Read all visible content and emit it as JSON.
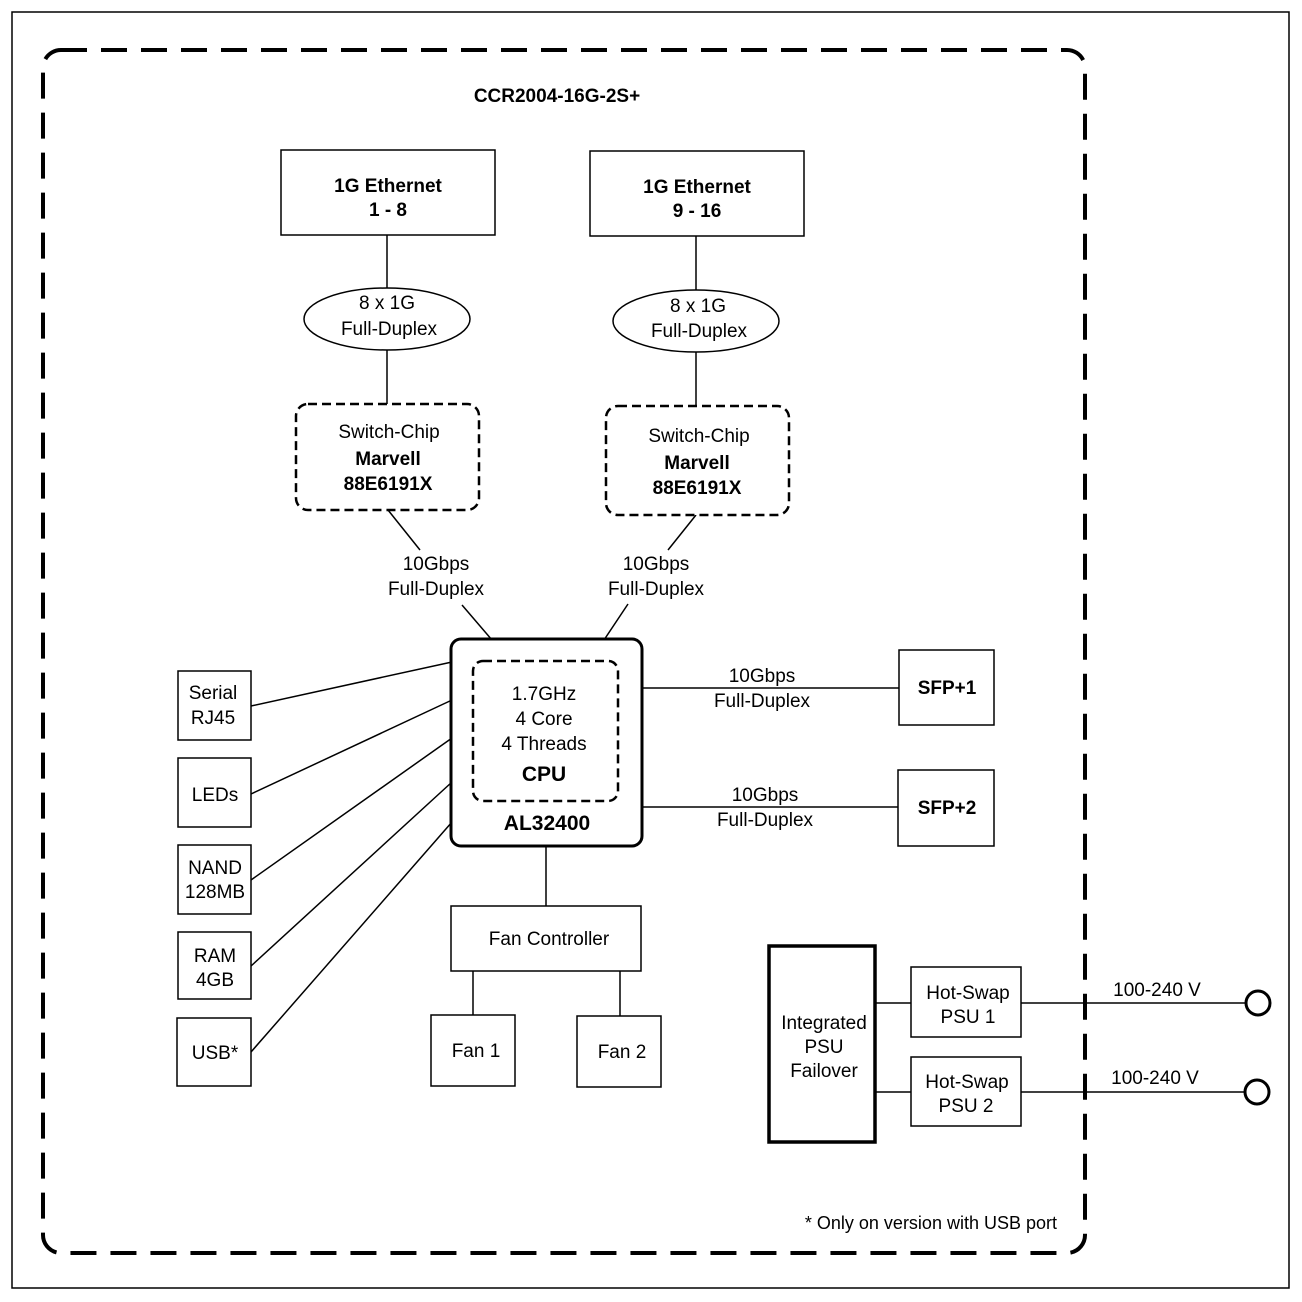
{
  "title": "CCR2004-16G-2S+",
  "eth1": {
    "line1": "1G Ethernet",
    "line2": "1 - 8"
  },
  "eth2": {
    "line1": "1G Ethernet",
    "line2": "9 - 16"
  },
  "link_eth1": {
    "line1": "8 x 1G",
    "line2": "Full-Duplex"
  },
  "link_eth2": {
    "line1": "8 x 1G",
    "line2": "Full-Duplex"
  },
  "switch1": {
    "line1": "Switch-Chip",
    "line2": "Marvell",
    "line3": "88E6191X"
  },
  "switch2": {
    "line1": "Switch-Chip",
    "line2": "Marvell",
    "line3": "88E6191X"
  },
  "link_sw1": {
    "line1": "10Gbps",
    "line2": "Full-Duplex"
  },
  "link_sw2": {
    "line1": "10Gbps",
    "line2": "Full-Duplex"
  },
  "cpu": {
    "line1": "1.7GHz",
    "line2": "4 Core",
    "line3": "4 Threads",
    "label": "CPU",
    "model": "AL32400"
  },
  "link_sfp1": {
    "line1": "10Gbps",
    "line2": "Full-Duplex"
  },
  "link_sfp2": {
    "line1": "10Gbps",
    "line2": "Full-Duplex"
  },
  "sfp1": "SFP+1",
  "sfp2": "SFP+2",
  "peripherals": {
    "serial": {
      "line1": "Serial",
      "line2": "RJ45"
    },
    "leds": "LEDs",
    "nand": {
      "line1": "NAND",
      "line2": "128MB"
    },
    "ram": {
      "line1": "RAM",
      "line2": "4GB"
    },
    "usb": "USB*"
  },
  "fan_controller": "Fan Controller",
  "fan1": "Fan 1",
  "fan2": "Fan 2",
  "psu_failover": {
    "line1": "Integrated",
    "line2": "PSU",
    "line3": "Failover"
  },
  "psu1": {
    "line1": "Hot-Swap",
    "line2": "PSU 1"
  },
  "psu2": {
    "line1": "Hot-Swap",
    "line2": "PSU 2"
  },
  "voltage1": "100-240 V",
  "voltage2": "100-240 V",
  "footnote": "* Only on version with USB port"
}
